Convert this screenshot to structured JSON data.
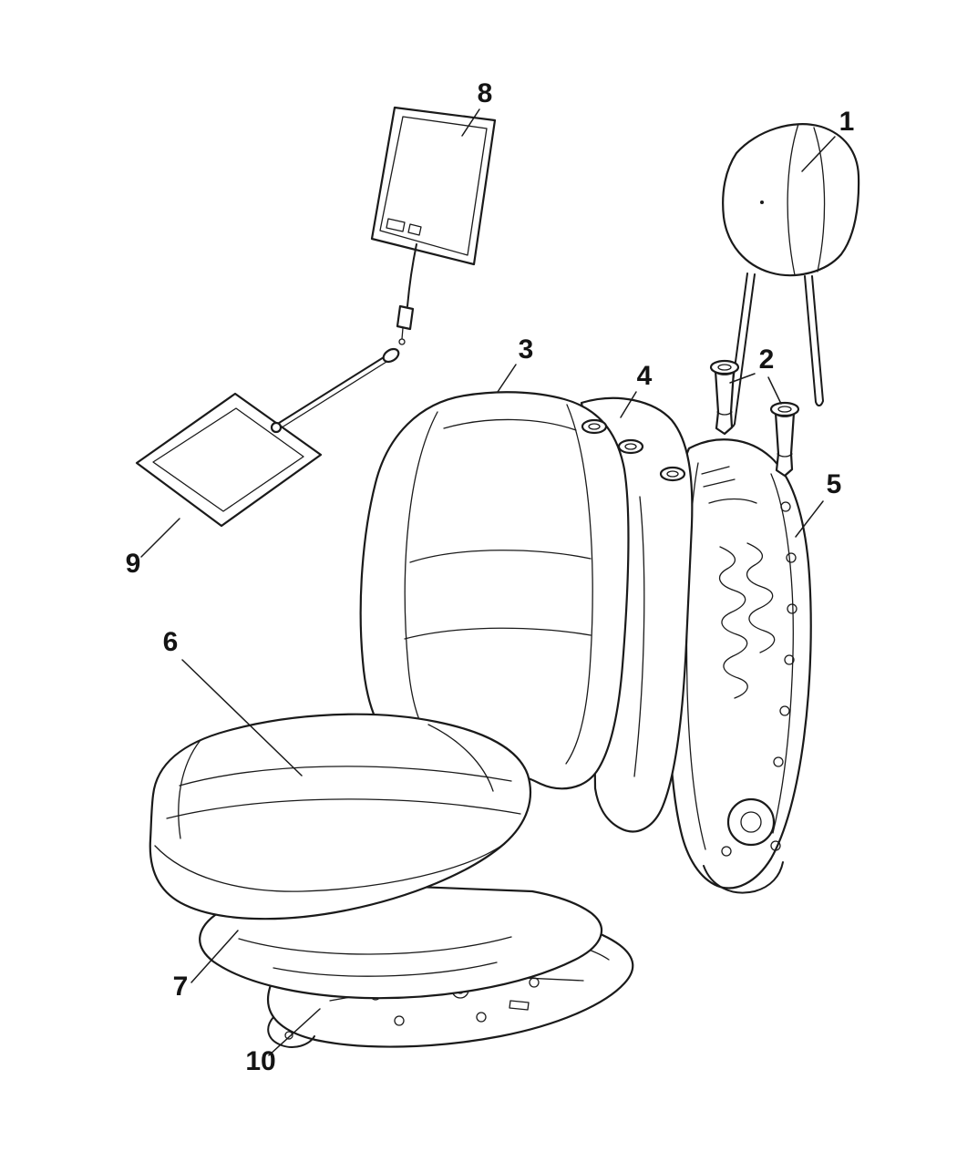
{
  "colors": {
    "background": "#ffffff",
    "ink": "#1a1a1a"
  },
  "diagram": {
    "callouts": [
      {
        "label": "1"
      },
      {
        "label": "2"
      },
      {
        "label": "3"
      },
      {
        "label": "4"
      },
      {
        "label": "5"
      },
      {
        "label": "6"
      },
      {
        "label": "7"
      },
      {
        "label": "8"
      },
      {
        "label": "9"
      },
      {
        "label": "10"
      }
    ]
  }
}
